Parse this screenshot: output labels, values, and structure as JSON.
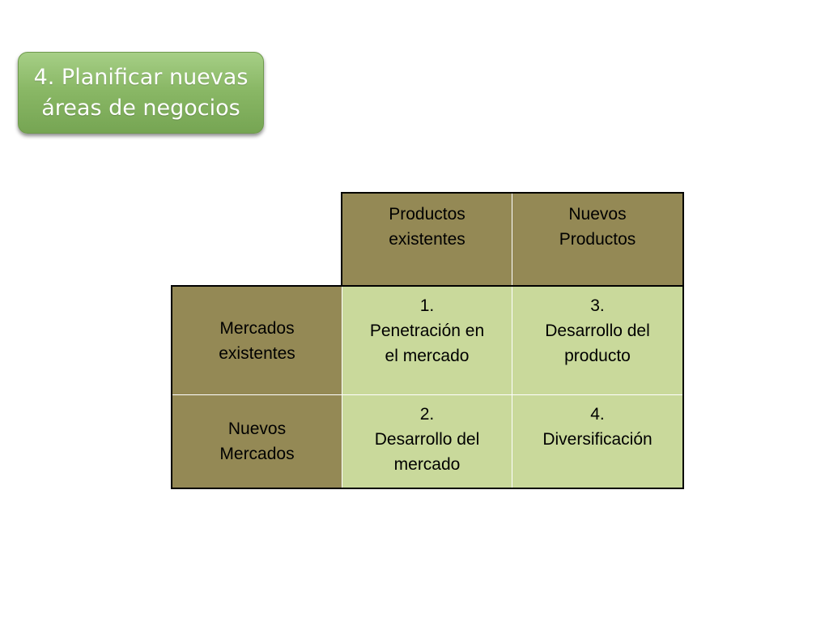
{
  "title": {
    "line1": "4. Planificar nuevas",
    "line2": "áreas de negocios"
  },
  "matrix": {
    "col_headers": [
      {
        "line1": "Productos",
        "line2": "existentes"
      },
      {
        "line1": "Nuevos",
        "line2": "Productos"
      }
    ],
    "row_headers": [
      {
        "line1": "Mercados",
        "line2": "existentes"
      },
      {
        "line1": "Nuevos",
        "line2": "Mercados"
      }
    ],
    "cells": [
      [
        {
          "number": "1.",
          "line1": "Penetración en",
          "line2": "el mercado"
        },
        {
          "number": "3.",
          "line1": "Desarrollo del",
          "line2": "producto"
        }
      ],
      [
        {
          "number": "2.",
          "line1": "Desarrollo del",
          "line2": "mercado"
        },
        {
          "number": "4.",
          "line1": "Diversificación",
          "line2": ""
        }
      ]
    ]
  },
  "colors": {
    "header_fill": "#948955",
    "cell_fill": "#c9d99b",
    "title_fill": "#8ab866"
  }
}
